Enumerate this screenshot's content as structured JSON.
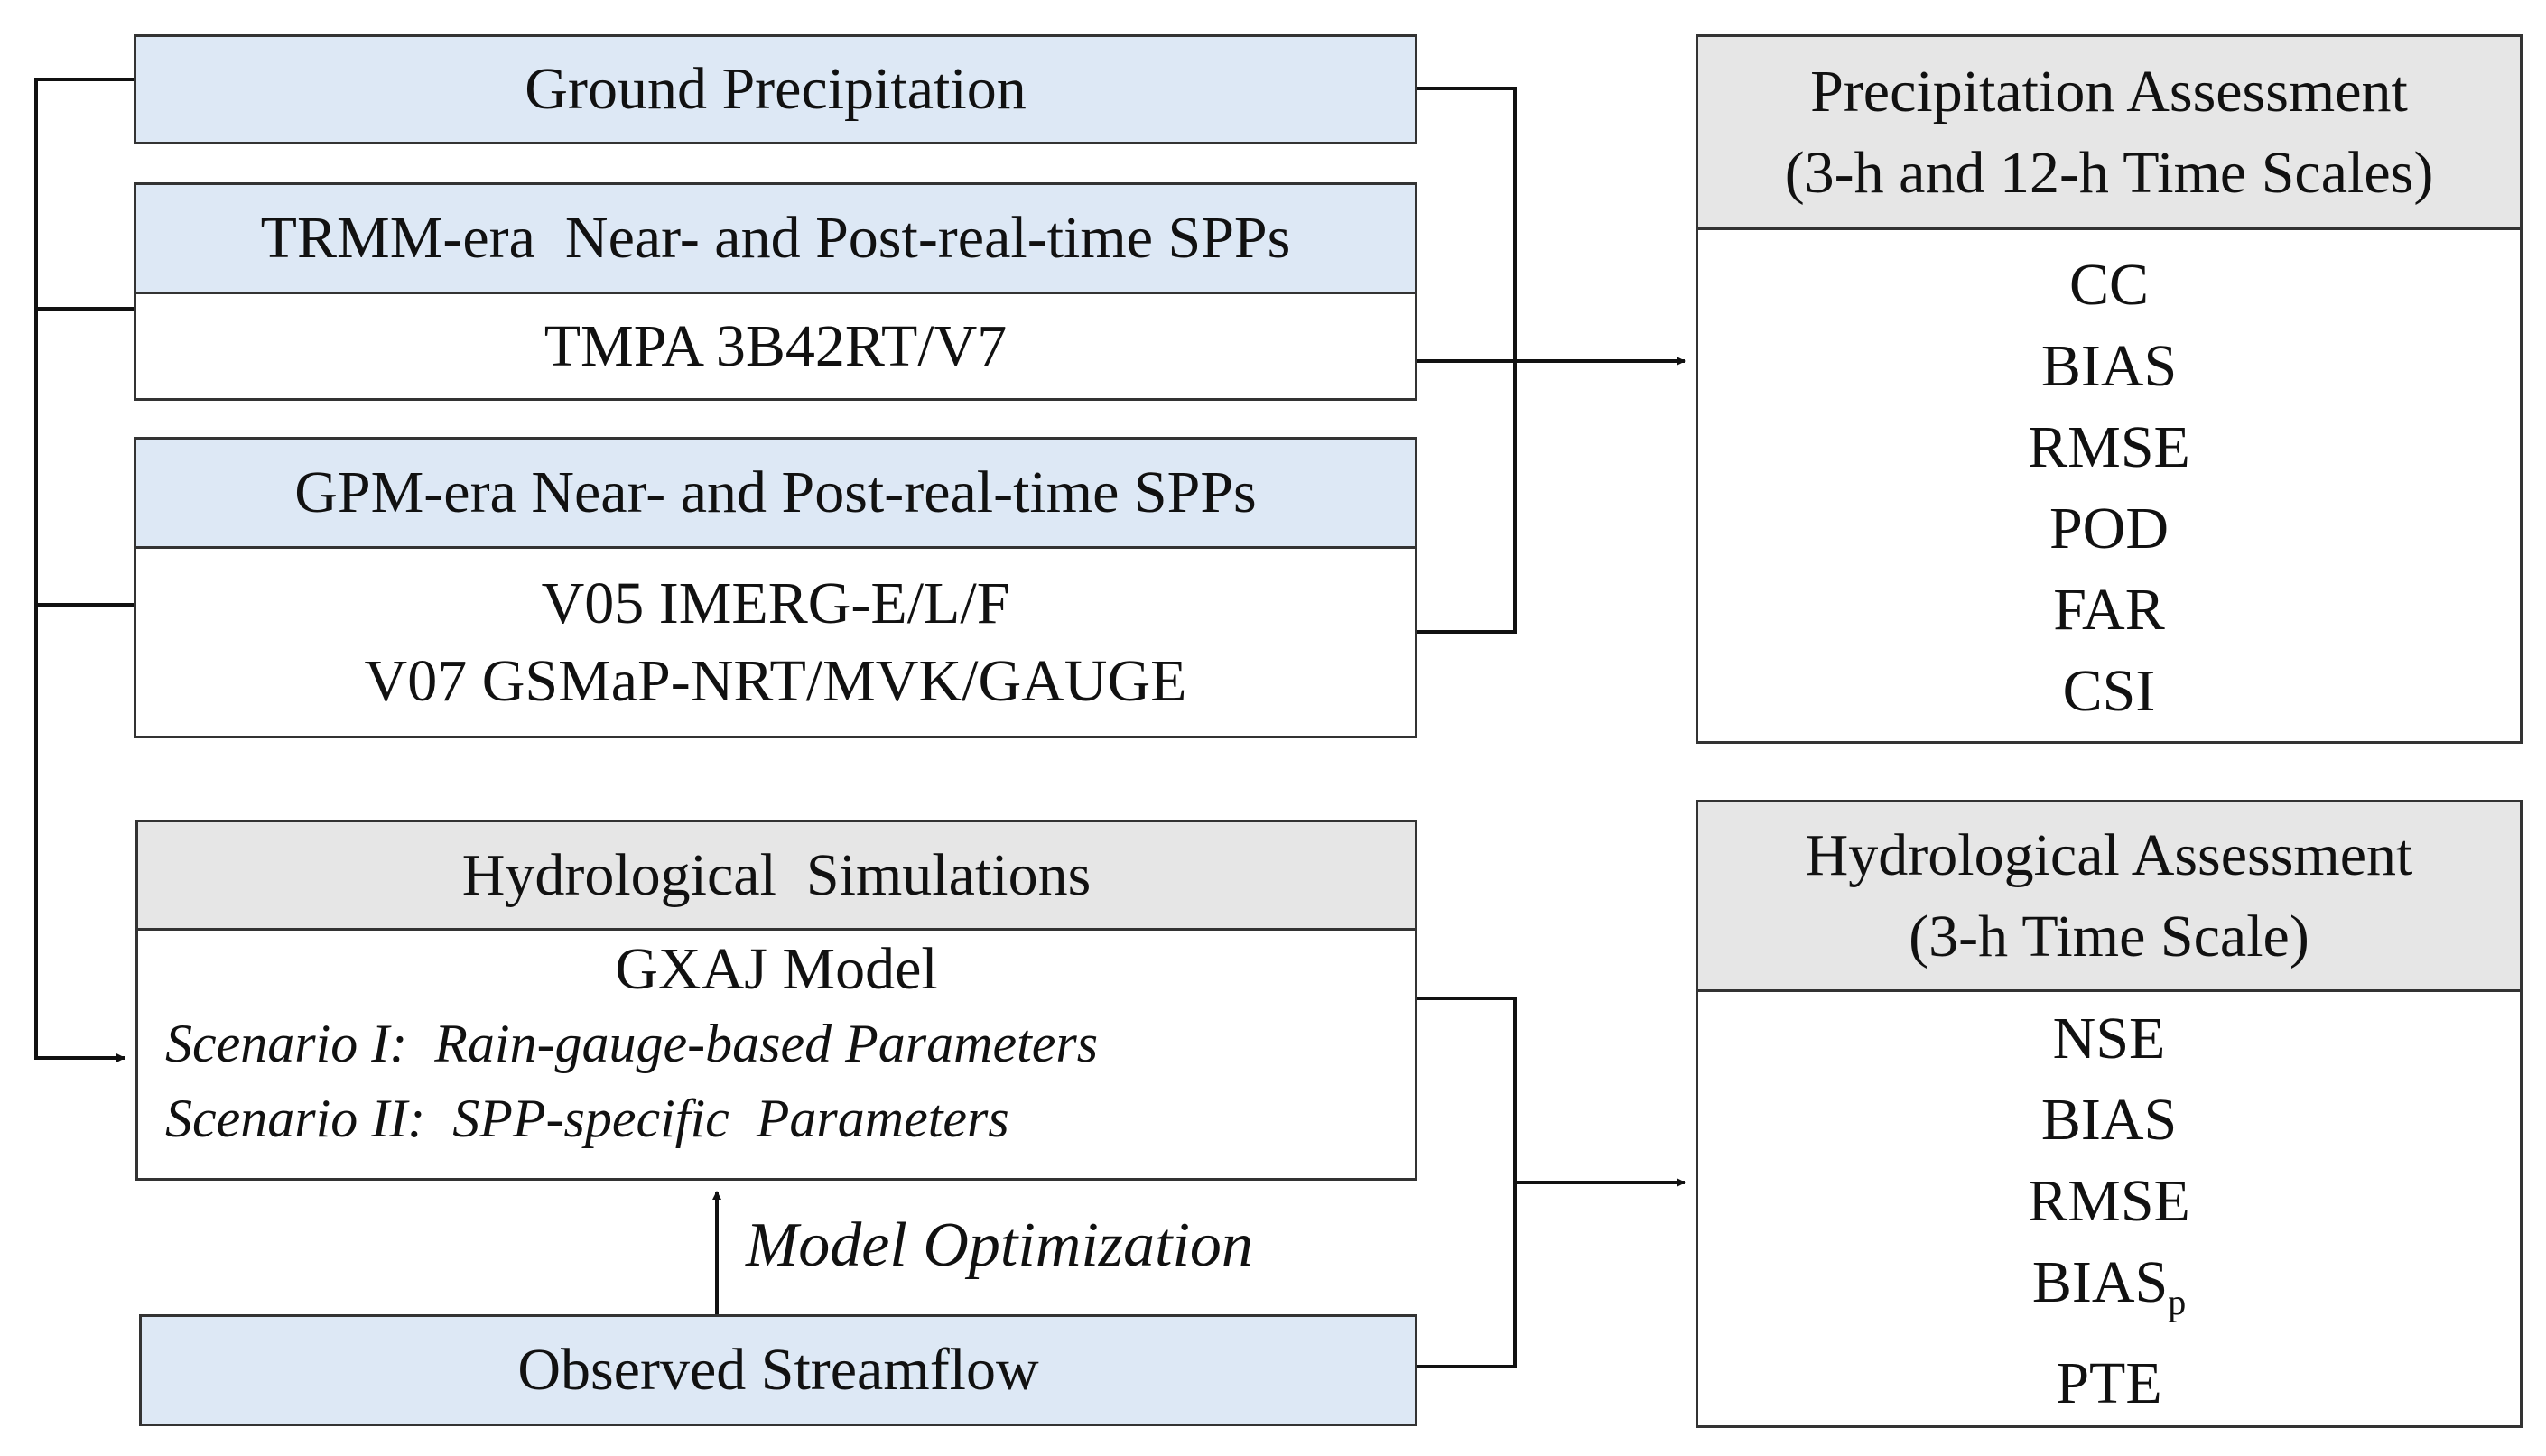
{
  "inputs": {
    "ground_precip": "Ground Precipitation",
    "trmm": {
      "title": "TRMM-era  Near- and Post-real-time SPPs",
      "products": "TMPA 3B42RT/V7"
    },
    "gpm": {
      "title": "GPM-era Near- and Post-real-time SPPs",
      "products_line1": "V05 IMERG-E/L/F",
      "products_line2": "V07 GSMaP-NRT/MVK/GAUGE"
    }
  },
  "hydro_sim": {
    "title": "Hydrological  Simulations",
    "model": "GXAJ Model",
    "scenario1": "Scenario I:  Rain-gauge-based Parameters",
    "scenario2": "Scenario II:  SPP-specific  Parameters"
  },
  "optimization_label": "Model Optimization",
  "observed": "Observed Streamflow",
  "precip_assessment": {
    "title_line1": "Precipitation Assessment",
    "title_line2": "(3-h and 12-h Time Scales)",
    "metrics": [
      "CC",
      "BIAS",
      "RMSE",
      "POD",
      "FAR",
      "CSI"
    ]
  },
  "hydro_assessment": {
    "title_line1": "Hydrological Assessment",
    "title_line2": "(3-h Time Scale)",
    "metrics": [
      "NSE",
      "BIAS",
      "RMSE"
    ],
    "biasp_main": "BIAS",
    "biasp_sub": "p",
    "pte": "PTE"
  },
  "colors": {
    "input_header": "#dde8f5",
    "assessment_header": "#e6e6e6",
    "border": "#333333"
  }
}
